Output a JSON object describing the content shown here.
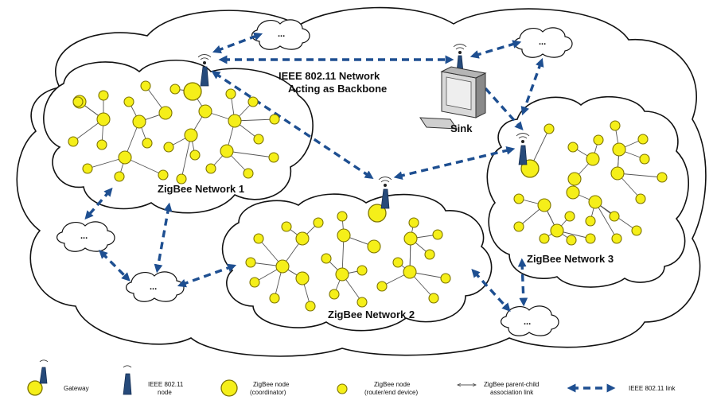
{
  "diagram": {
    "backbone_label_line1": "IEEE 802.11 Network",
    "backbone_label_line2": "Acting as Backbone",
    "sink_label": "Sink",
    "network1_label": "ZigBee Network  1",
    "network2_label": "ZigBee Network  2",
    "network3_label": "ZigBee Network  3",
    "ellipsis": "..."
  },
  "legend": {
    "gateway": "Gateway",
    "ieee_node_line1": "IEEE 802.11",
    "ieee_node_line2": "node",
    "coordinator_line1": "ZigBee node",
    "coordinator_line2": "(coordinator)",
    "router_line1": "ZigBee node",
    "router_line2": "(router/end device)",
    "association_line1": "ZigBee parent-child",
    "association_line2": "association link",
    "ieee_link": "IEEE 802.11 link"
  },
  "colors": {
    "node_fill": "#f5ef19",
    "ieee_link": "#1e4f91",
    "antenna": "#264a7a"
  }
}
